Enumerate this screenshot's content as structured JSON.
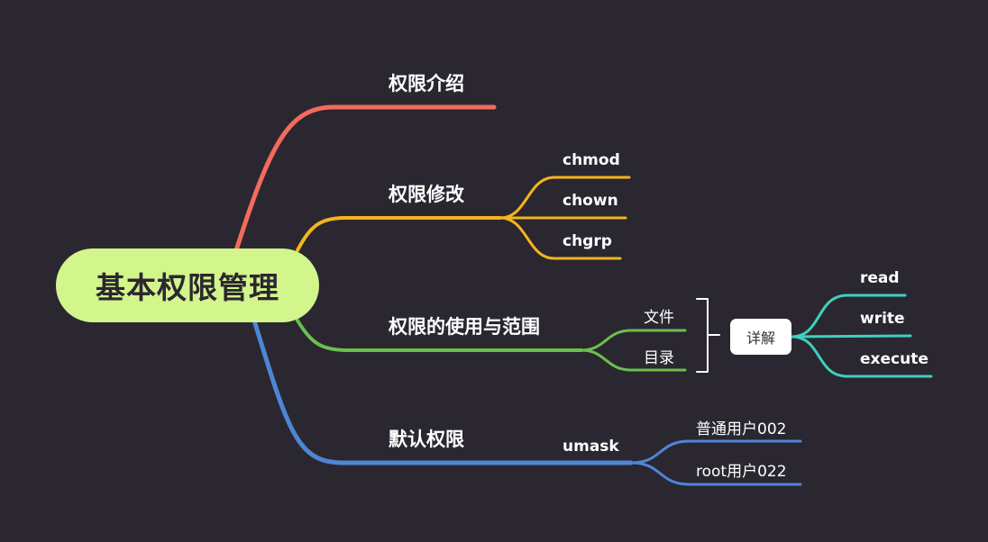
{
  "colors": {
    "background": "#2b2730",
    "root_fill": "#d2f58c",
    "branch_intro": "#f26b5e",
    "branch_modify": "#f5b31f",
    "branch_scope": "#6bbf4e",
    "branch_default": "#4e86d6",
    "branch_detail": "#3ed0c0"
  },
  "root": {
    "label": "基本权限管理"
  },
  "branches": [
    {
      "label": "权限介绍",
      "children": []
    },
    {
      "label": "权限修改",
      "children": [
        "chmod",
        "chown",
        "chgrp"
      ]
    },
    {
      "label": "权限的使用与范围",
      "children": [
        "文件",
        "目录"
      ],
      "detail": {
        "label": "详解",
        "children": [
          "read",
          "write",
          "execute"
        ]
      }
    },
    {
      "label": "默认权限",
      "sub": "umask",
      "children": [
        "普通用户002",
        "root用户022"
      ]
    }
  ]
}
